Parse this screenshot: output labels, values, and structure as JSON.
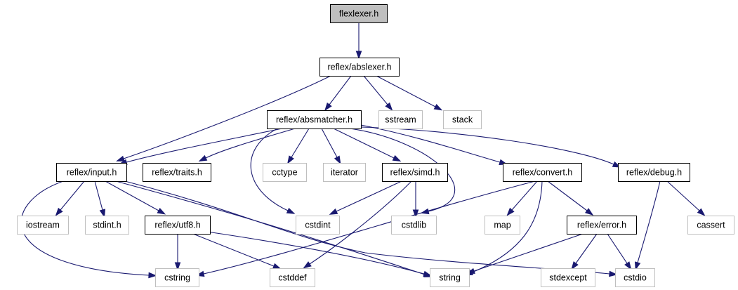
{
  "diagram": {
    "colors": {
      "edge": "#191970",
      "root_fill": "#bfbfbf",
      "local_border": "#000000",
      "std_border": "#bfbfbf"
    },
    "nodes": [
      {
        "id": "flexlexer",
        "label": "flexlexer.h",
        "kind": "root"
      },
      {
        "id": "abslexer",
        "label": "reflex/abslexer.h",
        "kind": "local"
      },
      {
        "id": "absmatcher",
        "label": "reflex/absmatcher.h",
        "kind": "local"
      },
      {
        "id": "sstream",
        "label": "sstream",
        "kind": "std"
      },
      {
        "id": "stack",
        "label": "stack",
        "kind": "std"
      },
      {
        "id": "input",
        "label": "reflex/input.h",
        "kind": "local"
      },
      {
        "id": "traits",
        "label": "reflex/traits.h",
        "kind": "local"
      },
      {
        "id": "cctype",
        "label": "cctype",
        "kind": "std"
      },
      {
        "id": "iterator",
        "label": "iterator",
        "kind": "std"
      },
      {
        "id": "simd",
        "label": "reflex/simd.h",
        "kind": "local"
      },
      {
        "id": "convert",
        "label": "reflex/convert.h",
        "kind": "local"
      },
      {
        "id": "debug",
        "label": "reflex/debug.h",
        "kind": "local"
      },
      {
        "id": "iostream",
        "label": "iostream",
        "kind": "std"
      },
      {
        "id": "stdint",
        "label": "stdint.h",
        "kind": "std"
      },
      {
        "id": "utf8",
        "label": "reflex/utf8.h",
        "kind": "local"
      },
      {
        "id": "cstdint",
        "label": "cstdint",
        "kind": "std"
      },
      {
        "id": "cstdlib",
        "label": "cstdlib",
        "kind": "std"
      },
      {
        "id": "map",
        "label": "map",
        "kind": "std"
      },
      {
        "id": "error",
        "label": "reflex/error.h",
        "kind": "local"
      },
      {
        "id": "cassert",
        "label": "cassert",
        "kind": "std"
      },
      {
        "id": "cstring",
        "label": "cstring",
        "kind": "std"
      },
      {
        "id": "cstddef",
        "label": "cstddef",
        "kind": "std"
      },
      {
        "id": "string",
        "label": "string",
        "kind": "std"
      },
      {
        "id": "stdexcept",
        "label": "stdexcept",
        "kind": "std"
      },
      {
        "id": "cstdio",
        "label": "cstdio",
        "kind": "std"
      }
    ],
    "edges": [
      {
        "from": "flexlexer",
        "to": "abslexer"
      },
      {
        "from": "abslexer",
        "to": "input"
      },
      {
        "from": "abslexer",
        "to": "absmatcher"
      },
      {
        "from": "abslexer",
        "to": "sstream"
      },
      {
        "from": "abslexer",
        "to": "stack"
      },
      {
        "from": "absmatcher",
        "to": "input"
      },
      {
        "from": "absmatcher",
        "to": "traits"
      },
      {
        "from": "absmatcher",
        "to": "cstdint"
      },
      {
        "from": "absmatcher",
        "to": "cctype"
      },
      {
        "from": "absmatcher",
        "to": "iterator"
      },
      {
        "from": "absmatcher",
        "to": "simd"
      },
      {
        "from": "absmatcher",
        "to": "cstdlib"
      },
      {
        "from": "absmatcher",
        "to": "convert"
      },
      {
        "from": "absmatcher",
        "to": "debug"
      },
      {
        "from": "input",
        "to": "cstring"
      },
      {
        "from": "input",
        "to": "iostream"
      },
      {
        "from": "input",
        "to": "stdint"
      },
      {
        "from": "input",
        "to": "utf8"
      },
      {
        "from": "input",
        "to": "string"
      },
      {
        "from": "input",
        "to": "cstdio"
      },
      {
        "from": "simd",
        "to": "cstdint"
      },
      {
        "from": "simd",
        "to": "cstddef"
      },
      {
        "from": "simd",
        "to": "cstdlib"
      },
      {
        "from": "convert",
        "to": "cstring"
      },
      {
        "from": "convert",
        "to": "map"
      },
      {
        "from": "convert",
        "to": "string"
      },
      {
        "from": "convert",
        "to": "error"
      },
      {
        "from": "debug",
        "to": "cstdio"
      },
      {
        "from": "debug",
        "to": "cassert"
      },
      {
        "from": "utf8",
        "to": "cstring"
      },
      {
        "from": "utf8",
        "to": "cstddef"
      },
      {
        "from": "utf8",
        "to": "string"
      },
      {
        "from": "error",
        "to": "string"
      },
      {
        "from": "error",
        "to": "stdexcept"
      },
      {
        "from": "error",
        "to": "cstdio"
      }
    ]
  }
}
